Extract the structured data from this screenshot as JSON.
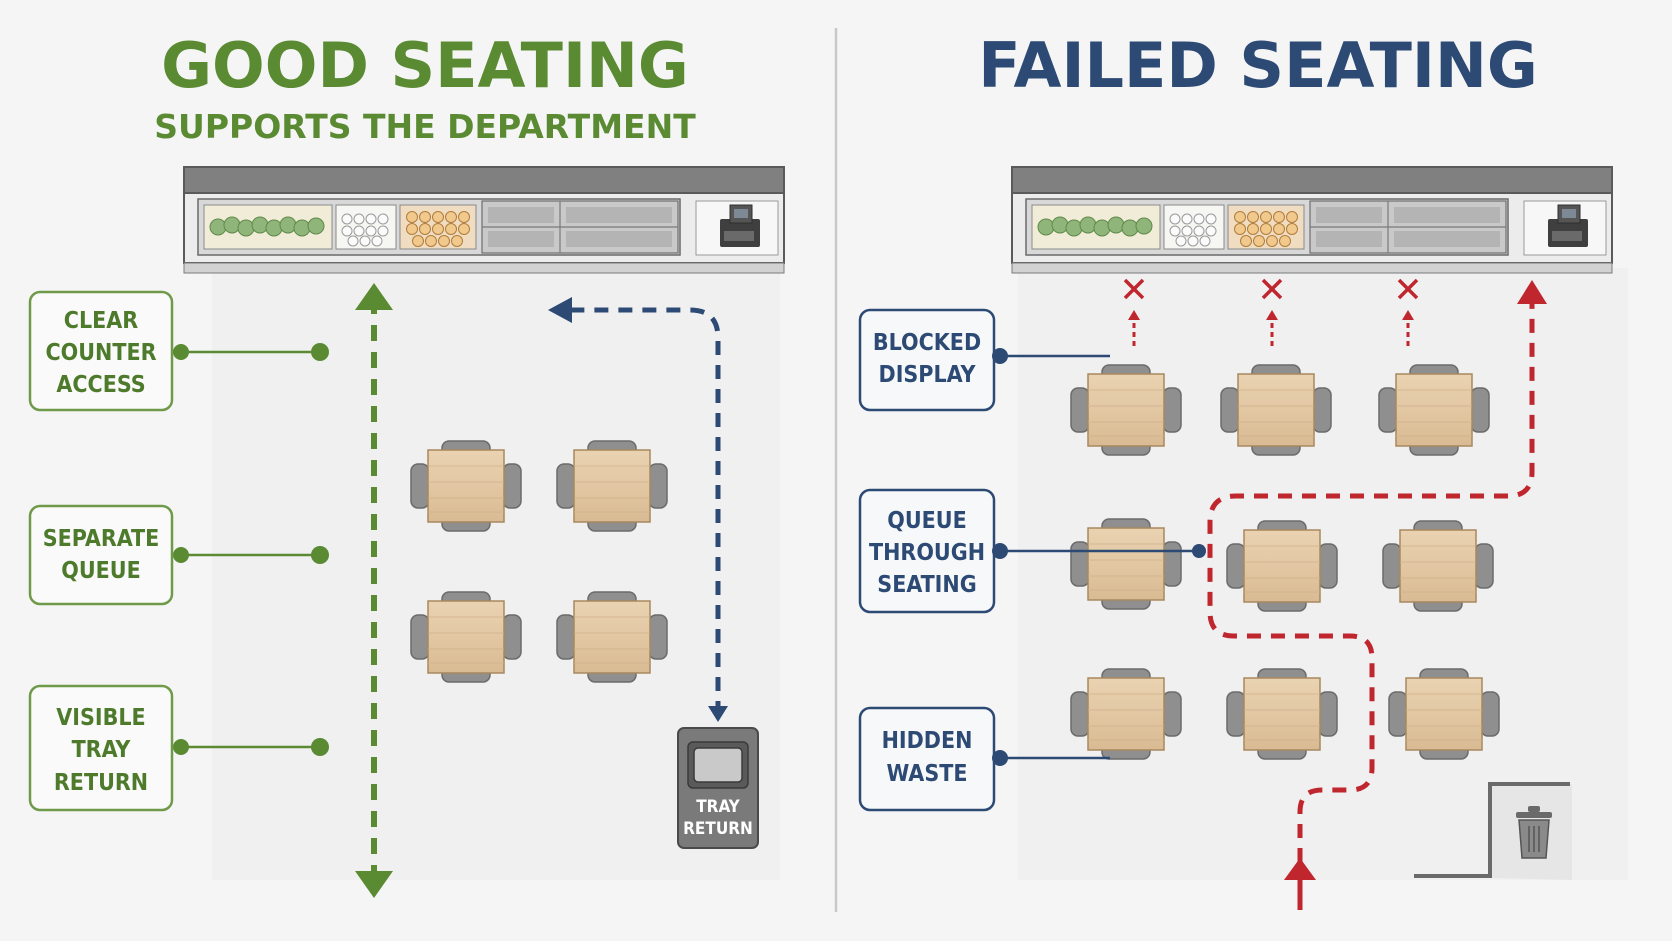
{
  "good": {
    "title": "GOOD SEATING",
    "subtitle": "SUPPORTS THE DEPARTMENT",
    "labels": [
      {
        "lines": [
          "CLEAR",
          "COUNTER",
          "ACCESS"
        ]
      },
      {
        "lines": [
          "SEPARATE",
          "QUEUE"
        ]
      },
      {
        "lines": [
          "VISIBLE",
          "TRAY",
          "RETURN"
        ]
      }
    ],
    "tray_return": {
      "lines": [
        "TRAY",
        "RETURN"
      ]
    }
  },
  "bad": {
    "title": "FAILED SEATING",
    "labels": [
      {
        "lines": [
          "BLOCKED",
          "DISPLAY"
        ]
      },
      {
        "lines": [
          "QUEUE",
          "THROUGH",
          "SEATING"
        ]
      },
      {
        "lines": [
          "HIDDEN",
          "WASTE"
        ]
      }
    ]
  },
  "colors": {
    "good_green": "#5a8a32",
    "bad_navy": "#2c4a74",
    "path_red": "#c0262d",
    "table_wood": "#e3c9a6",
    "chair_gray": "#8c8c8c"
  }
}
